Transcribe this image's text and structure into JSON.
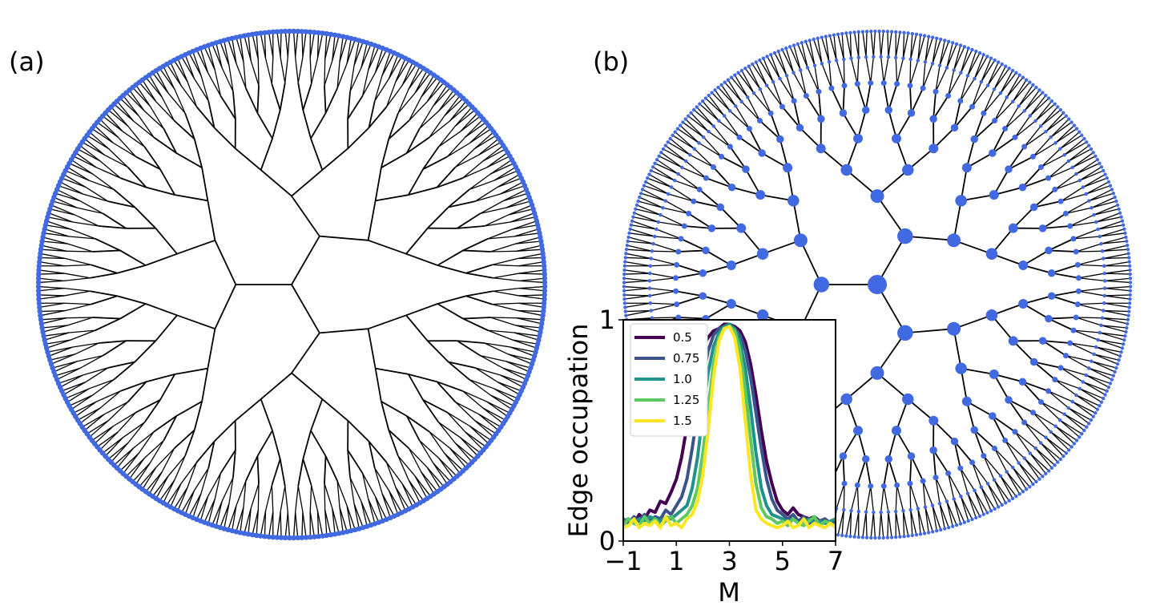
{
  "panels": {
    "a": {
      "label": "(a)"
    },
    "b": {
      "label": "(b)"
    }
  },
  "colors": {
    "node": "#4169e1",
    "edge": "#000000",
    "series": [
      "#440154",
      "#3b528b",
      "#21918c",
      "#5ec962",
      "#fde725"
    ]
  },
  "chart_data": [
    {
      "type": "tree",
      "panel": "(a)",
      "description_of_structure": "Cayley tree, coordination 3, outermost shell nodes highlighted",
      "branching": 3,
      "generations": 8
    },
    {
      "type": "tree",
      "panel": "(b)",
      "branching": 3,
      "generations": 8
    },
    {
      "type": "line",
      "panel": "inset",
      "xlabel": "M",
      "ylabel": "Edge occupation",
      "xlim": [
        -1,
        7
      ],
      "ylim": [
        0,
        1
      ],
      "xticks": [
        "−1",
        "1",
        "3",
        "5",
        "7"
      ],
      "yticks": [
        "0",
        "1"
      ],
      "legend_position": "top-left",
      "series": [
        {
          "name": "0.5",
          "center": 3.1,
          "width": 1.1
        },
        {
          "name": "0.75",
          "center": 3.1,
          "width": 0.85
        },
        {
          "name": "1.0",
          "center": 3.0,
          "width": 0.7
        },
        {
          "name": "1.25",
          "center": 3.0,
          "width": 0.55
        },
        {
          "name": "1.5",
          "center": 3.0,
          "width": 0.45
        }
      ],
      "x": [
        -1,
        -0.8,
        -0.6,
        -0.4,
        -0.2,
        0,
        0.2,
        0.4,
        0.6,
        0.8,
        1,
        1.2,
        1.4,
        1.6,
        1.8,
        2,
        2.2,
        2.4,
        2.6,
        2.8,
        3,
        3.2,
        3.4,
        3.6,
        3.8,
        4,
        4.2,
        4.4,
        4.6,
        4.8,
        5,
        5.2,
        5.4,
        5.6,
        5.8,
        6,
        6.2,
        6.4,
        6.6,
        6.8,
        7
      ],
      "y": [
        [
          0.08,
          0.1,
          0.08,
          0.12,
          0.1,
          0.14,
          0.13,
          0.18,
          0.17,
          0.22,
          0.28,
          0.38,
          0.52,
          0.66,
          0.8,
          0.88,
          0.92,
          0.95,
          0.96,
          0.98,
          0.98,
          0.97,
          0.95,
          0.9,
          0.8,
          0.66,
          0.5,
          0.36,
          0.26,
          0.18,
          0.14,
          0.12,
          0.15,
          0.12,
          0.11,
          0.1,
          0.11,
          0.09,
          0.1,
          0.08,
          0.07
        ],
        [
          0.1,
          0.08,
          0.11,
          0.09,
          0.12,
          0.09,
          0.11,
          0.1,
          0.14,
          0.12,
          0.16,
          0.2,
          0.28,
          0.42,
          0.58,
          0.74,
          0.86,
          0.93,
          0.96,
          0.97,
          0.98,
          0.96,
          0.93,
          0.86,
          0.74,
          0.58,
          0.42,
          0.28,
          0.19,
          0.14,
          0.12,
          0.1,
          0.12,
          0.09,
          0.11,
          0.08,
          0.1,
          0.09,
          0.1,
          0.08,
          0.09
        ],
        [
          0.09,
          0.1,
          0.08,
          0.1,
          0.09,
          0.11,
          0.1,
          0.09,
          0.11,
          0.1,
          0.12,
          0.14,
          0.16,
          0.24,
          0.38,
          0.58,
          0.76,
          0.88,
          0.94,
          0.97,
          0.98,
          0.96,
          0.9,
          0.78,
          0.6,
          0.4,
          0.24,
          0.16,
          0.12,
          0.11,
          0.1,
          0.09,
          0.1,
          0.08,
          0.09,
          0.1,
          0.08,
          0.09,
          0.08,
          0.09,
          0.1
        ],
        [
          0.07,
          0.1,
          0.08,
          0.07,
          0.11,
          0.08,
          0.1,
          0.07,
          0.09,
          0.11,
          0.08,
          0.1,
          0.12,
          0.16,
          0.24,
          0.4,
          0.6,
          0.8,
          0.92,
          0.96,
          0.97,
          0.95,
          0.86,
          0.68,
          0.46,
          0.26,
          0.15,
          0.11,
          0.1,
          0.08,
          0.09,
          0.07,
          0.1,
          0.08,
          0.07,
          0.09,
          0.11,
          0.07,
          0.09,
          0.08,
          0.07
        ],
        [
          0.06,
          0.07,
          0.1,
          0.06,
          0.08,
          0.07,
          0.09,
          0.06,
          0.11,
          0.07,
          0.08,
          0.06,
          0.1,
          0.12,
          0.18,
          0.3,
          0.5,
          0.74,
          0.9,
          0.96,
          0.97,
          0.92,
          0.78,
          0.54,
          0.3,
          0.14,
          0.1,
          0.08,
          0.07,
          0.06,
          0.07,
          0.09,
          0.06,
          0.07,
          0.1,
          0.06,
          0.08,
          0.07,
          0.06,
          0.08,
          0.06
        ]
      ]
    }
  ]
}
